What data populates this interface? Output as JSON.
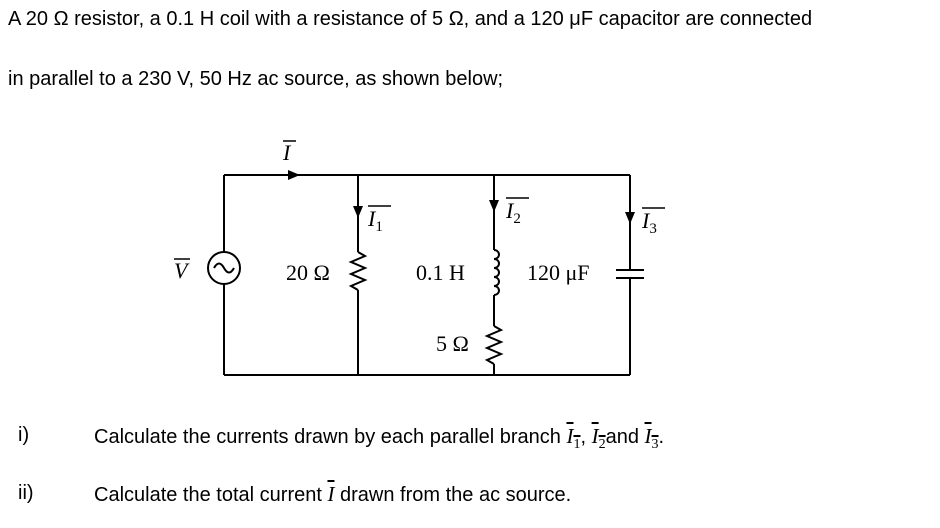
{
  "problem": {
    "line1": "A 20 Ω resistor, a 0.1 H coil with a resistance of 5 Ω, and a 120 μF capacitor are connected",
    "line2": "in parallel to a 230 V, 50 Hz ac source, as shown below;"
  },
  "circuit": {
    "total_current": "I",
    "voltage": "V",
    "branch1_current": "I",
    "branch1_current_sub": "1",
    "branch2_current": "I",
    "branch2_current_sub": "2",
    "branch3_current": "I",
    "branch3_current_sub": "3",
    "resistor_label": "20 Ω",
    "inductor_label": "0.1 H",
    "coil_resistance_label": "5 Ω",
    "capacitor_label": "120 μF"
  },
  "questions": [
    {
      "number": "i)",
      "text_before": "Calculate the currents drawn by each parallel branch ",
      "sym1": "I",
      "sub1": "1",
      "sep1": ", ",
      "sym2": "I",
      "sub2": "2",
      "sep2": "and ",
      "sym3": "I",
      "sub3": "3",
      "text_after": "."
    },
    {
      "number": "ii)",
      "text_before": "Calculate the total current ",
      "sym": "I",
      "text_after": " drawn from the ac source."
    }
  ]
}
